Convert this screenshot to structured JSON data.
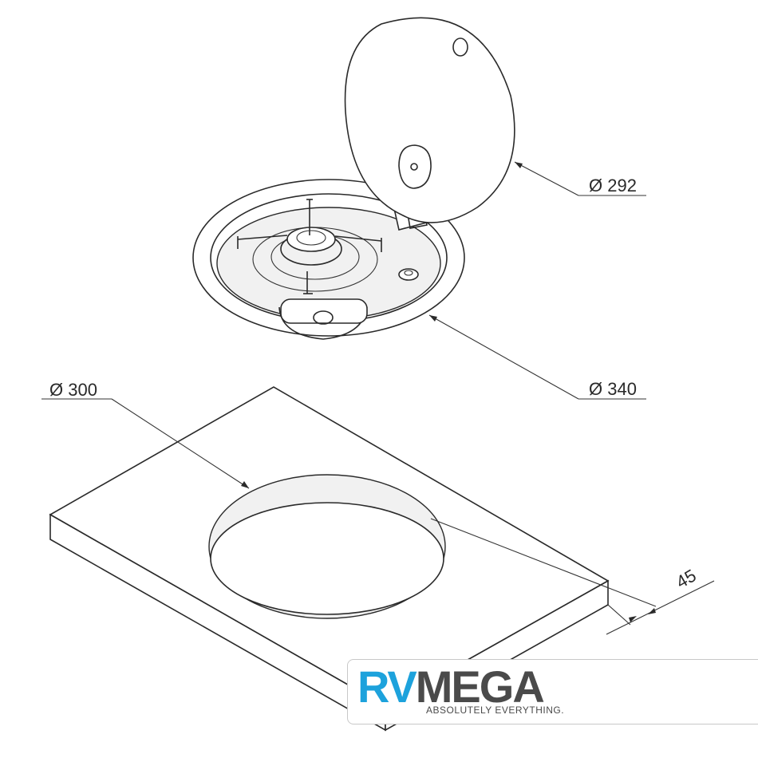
{
  "dimensions": {
    "lid_diameter": "Ø 292",
    "rim_diameter": "Ø 340",
    "cutout_diameter": "Ø 300",
    "depth": "45"
  },
  "logo": {
    "brand_rv": "RV",
    "brand_mega": "MEGA",
    "tagline": "ABSOLUTELY EVERYTHING.",
    "colors": {
      "rv": "#1da2dc",
      "mega": "#4a4a4a"
    }
  }
}
